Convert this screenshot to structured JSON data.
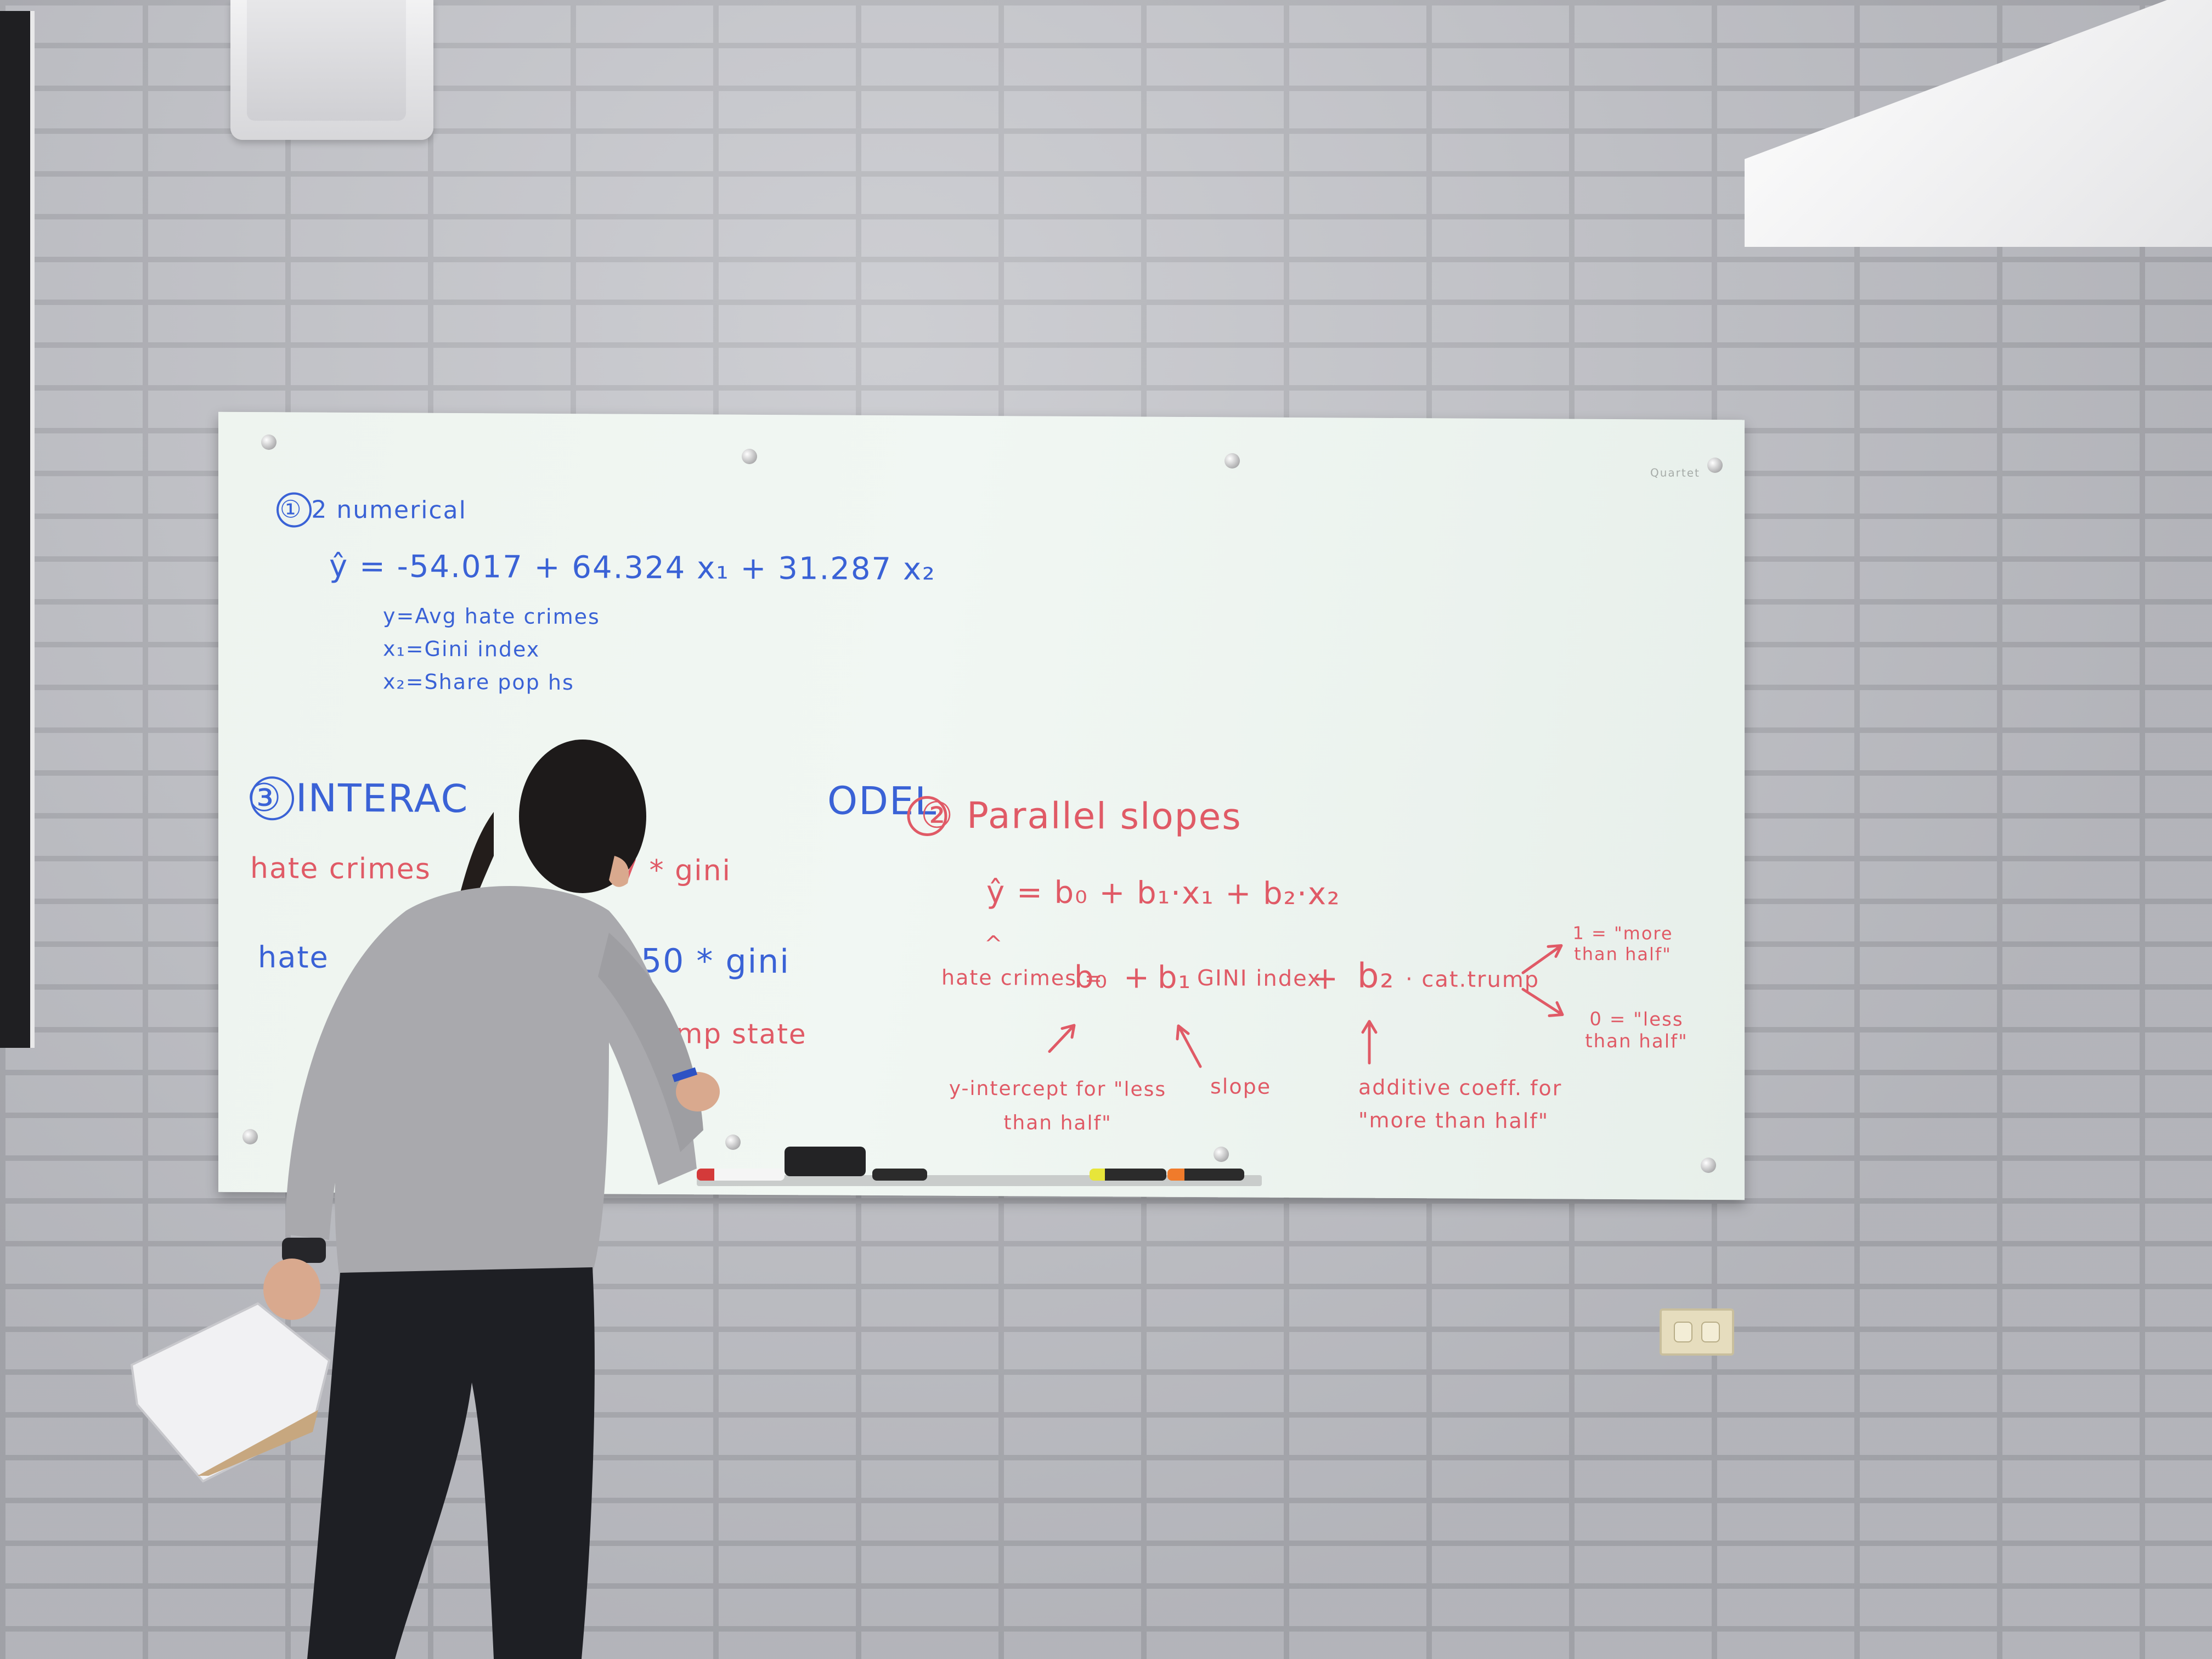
{
  "board": {
    "brand": "Quartet",
    "section1": {
      "heading": "① 2 numerical",
      "equation": "ŷ = -54.017 + 64.324 x₁ + 31.287 x₂",
      "defs": [
        "y=Avg hate crimes",
        "x₁=Gini index",
        "x₂=Share pop hs"
      ]
    },
    "section3": {
      "heading": "③ INTERAC",
      "heading_tail": "ODEL",
      "line1_left": "hate crimes",
      "line1_right": "7 * gini",
      "line2_left": "hate",
      "line2_right": "50 * gini",
      "line3_right": "ump state"
    },
    "section2": {
      "heading": "② Parallel slopes",
      "equation": "ŷ = b₀ + b₁·x₁ + b₂·x₂",
      "hat": "^",
      "model": {
        "lhs": "hate crimes =",
        "b0": "b₀",
        "plus1": "+",
        "b1": "b₁",
        "term1": "GINI index",
        "plus2": "+",
        "b2": "b₂",
        "term2": "· cat.trump"
      },
      "branch1": "1 = \"more than half\"",
      "branch0": "0 = \"less than half\"",
      "note_intercept": "y-intercept for \"less than half\"",
      "note_slope": "slope",
      "note_additive": "additive coeff. for \"more than half\""
    }
  },
  "colors": {
    "blue_ink": "#3a62d6",
    "red_ink": "#e05a66",
    "wall": "#bdbec4"
  }
}
